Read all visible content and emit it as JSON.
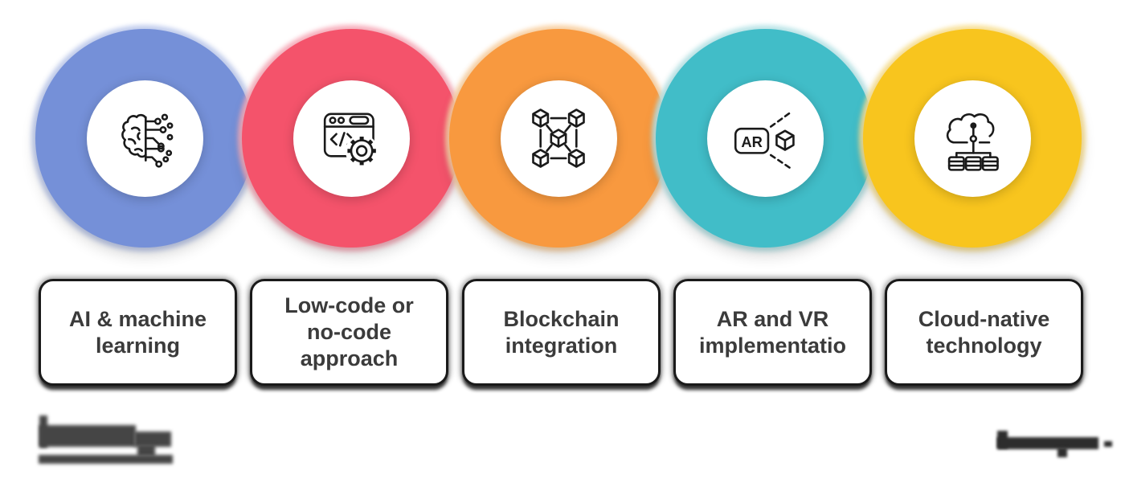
{
  "features": [
    {
      "name": "ai-machine-learning",
      "icon": "brain-circuit-icon",
      "circle_color": "#7590D8",
      "halo_color": "#C3CFF0",
      "label": "AI & machine learning",
      "label_lines": [
        "AI & machine",
        "learning"
      ]
    },
    {
      "name": "low-code-no-code-approach",
      "icon": "code-window-gear-icon",
      "circle_color": "#F4536B",
      "halo_color": "#FAAFBD",
      "label": "Low-code or no-code approach",
      "label_lines": [
        "Low-code or",
        "no-code",
        "approach"
      ]
    },
    {
      "name": "blockchain-integration",
      "icon": "blockchain-cubes-icon",
      "circle_color": "#F8993F",
      "halo_color": "#FCD4A6",
      "label": "Blockchain integration",
      "label_lines": [
        "Blockchain",
        "integration"
      ]
    },
    {
      "name": "ar-vr-implementation",
      "icon": "ar-cube-icon",
      "icon_text": "AR",
      "circle_color": "#41BDC8",
      "halo_color": "#BCE7EA",
      "label": "AR and VR implementatio",
      "label_lines": [
        "AR and VR",
        "implementatio"
      ]
    },
    {
      "name": "cloud-native-technology",
      "icon": "cloud-servers-icon",
      "circle_color": "#F8C51E",
      "halo_color": "#FBE398",
      "label": "Cloud-native technology",
      "label_lines": [
        "Cloud-native",
        "technology"
      ]
    }
  ],
  "style": {
    "background": "#ffffff",
    "label_text_color": "#3b3b3b",
    "icon_stroke_color": "#1a1a1a",
    "card_border_color": "#1a1a1a",
    "inner_disc_color": "#ffffff"
  },
  "footer": {
    "left_logo": "blurred-unreadable-logo",
    "right_mark": "blurred-unreadable-text"
  }
}
